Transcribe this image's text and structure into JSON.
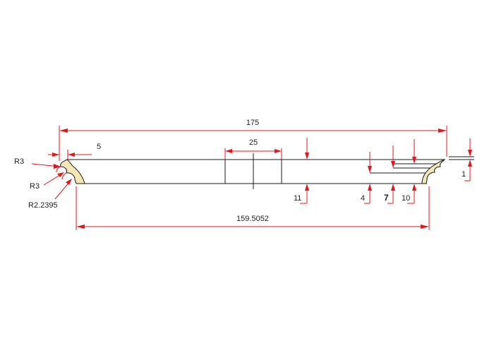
{
  "drawing": {
    "dimensions": {
      "overall_width": "175",
      "inner_width": "159.5052",
      "center_width": "25",
      "left_offset": "5",
      "radius_top": "R3",
      "radius_mid": "R3",
      "radius_small": "R2.2395",
      "thickness": "11",
      "step_4": "4",
      "step_7": "7",
      "step_10": "10",
      "tip_1": "1"
    },
    "colors": {
      "dimension": "#e8141b",
      "outline": "#1a1a1a",
      "profile_fill": "#f3e7b8"
    }
  }
}
